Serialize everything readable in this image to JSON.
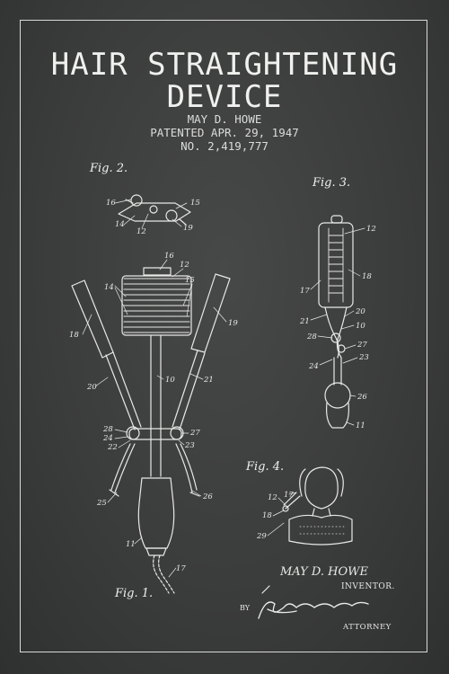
{
  "title": {
    "line1": "HAIR STRAIGHTENING",
    "line2": "DEVICE"
  },
  "meta": {
    "inventor_line": "MAY D. HOWE",
    "patent_date": "PATENTED APR. 29, 1947",
    "patent_number": "NO. 2,419,777"
  },
  "figures": {
    "fig1": "Fig. 1.",
    "fig2": "Fig. 2.",
    "fig3": "Fig. 3.",
    "fig4": "Fig. 4."
  },
  "callouts": {
    "fig2": [
      "16",
      "15",
      "14",
      "12",
      "19"
    ],
    "fig1": [
      "16",
      "12",
      "14",
      "15",
      "18",
      "19",
      "10",
      "20",
      "21",
      "28",
      "24",
      "22",
      "27",
      "23",
      "25",
      "26",
      "11",
      "17"
    ],
    "fig3": [
      "12",
      "18",
      "17",
      "21",
      "20",
      "10",
      "28",
      "27",
      "24",
      "23",
      "26",
      "11"
    ],
    "fig4": [
      "12",
      "17",
      "18",
      "29"
    ]
  },
  "signature": {
    "name": "MAY D. HOWE",
    "inventor_label": "INVENTOR.",
    "by_label": "BY",
    "attorney_label": "ATTORNEY"
  },
  "colors": {
    "background": "#3a3b3b",
    "ink": "#e8e8e6"
  }
}
